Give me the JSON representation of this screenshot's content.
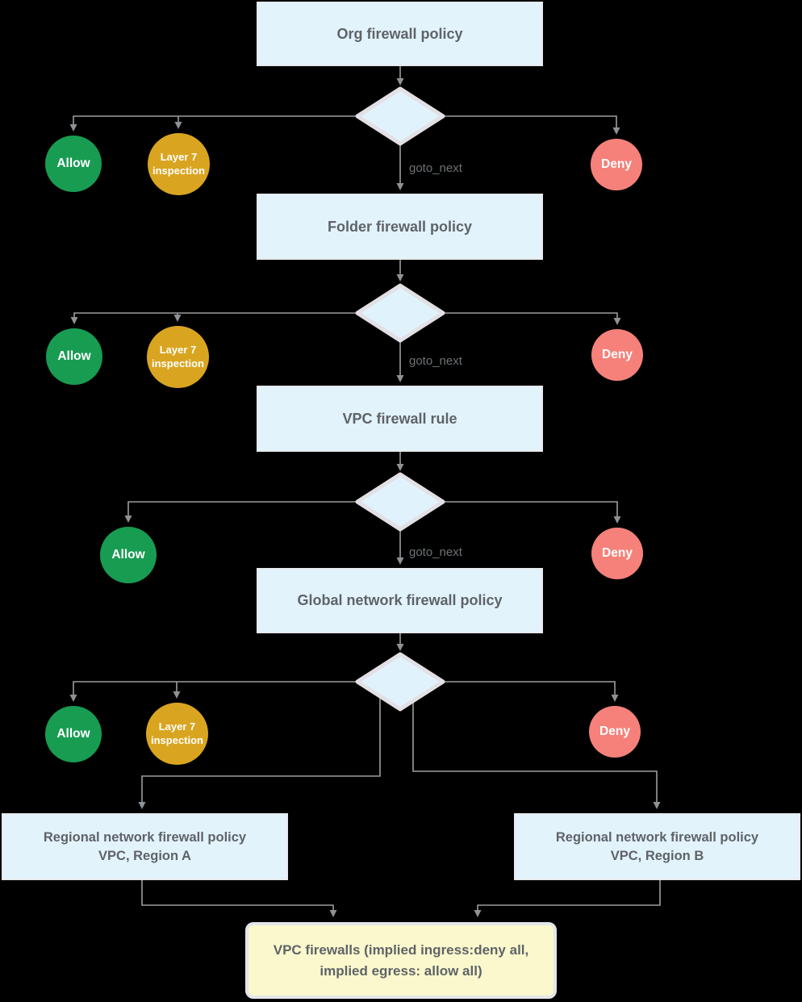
{
  "colors": {
    "box_fill": "#e2f3fc",
    "box_border": "#e7eaee",
    "diamond_fill": "#e0f3fd",
    "diamond_border": "#e2e0e4",
    "allow_green": "#179c52",
    "layer7_gold": "#d9a521",
    "deny_red": "#f5817a",
    "connector_gray": "#9d9d9d",
    "arrow_gray": "#8d9297",
    "text_gray": "#5f6368",
    "label_gray": "#6d7276",
    "vpc_fill": "#faf8cc",
    "vpc_border": "#e3e6ea"
  },
  "nodes": {
    "org_policy": "Org firewall policy",
    "folder_policy": "Folder firewall policy",
    "vpc_rule": "VPC firewall rule",
    "global_policy": "Global network firewall policy",
    "regional_a_line1": "Regional network firewall policy",
    "regional_a_line2": "VPC, Region A",
    "regional_b_line1": "Regional network firewall policy",
    "regional_b_line2": "VPC, Region B",
    "vpc_firewalls_line1": "VPC firewalls  (implied ingress:deny all,",
    "vpc_firewalls_line2": "implied egress: allow all)"
  },
  "labels": {
    "allow": "Allow",
    "layer7_line1": "Layer 7",
    "layer7_line2": "inspection",
    "deny": "Deny",
    "goto_next": "goto_next"
  }
}
